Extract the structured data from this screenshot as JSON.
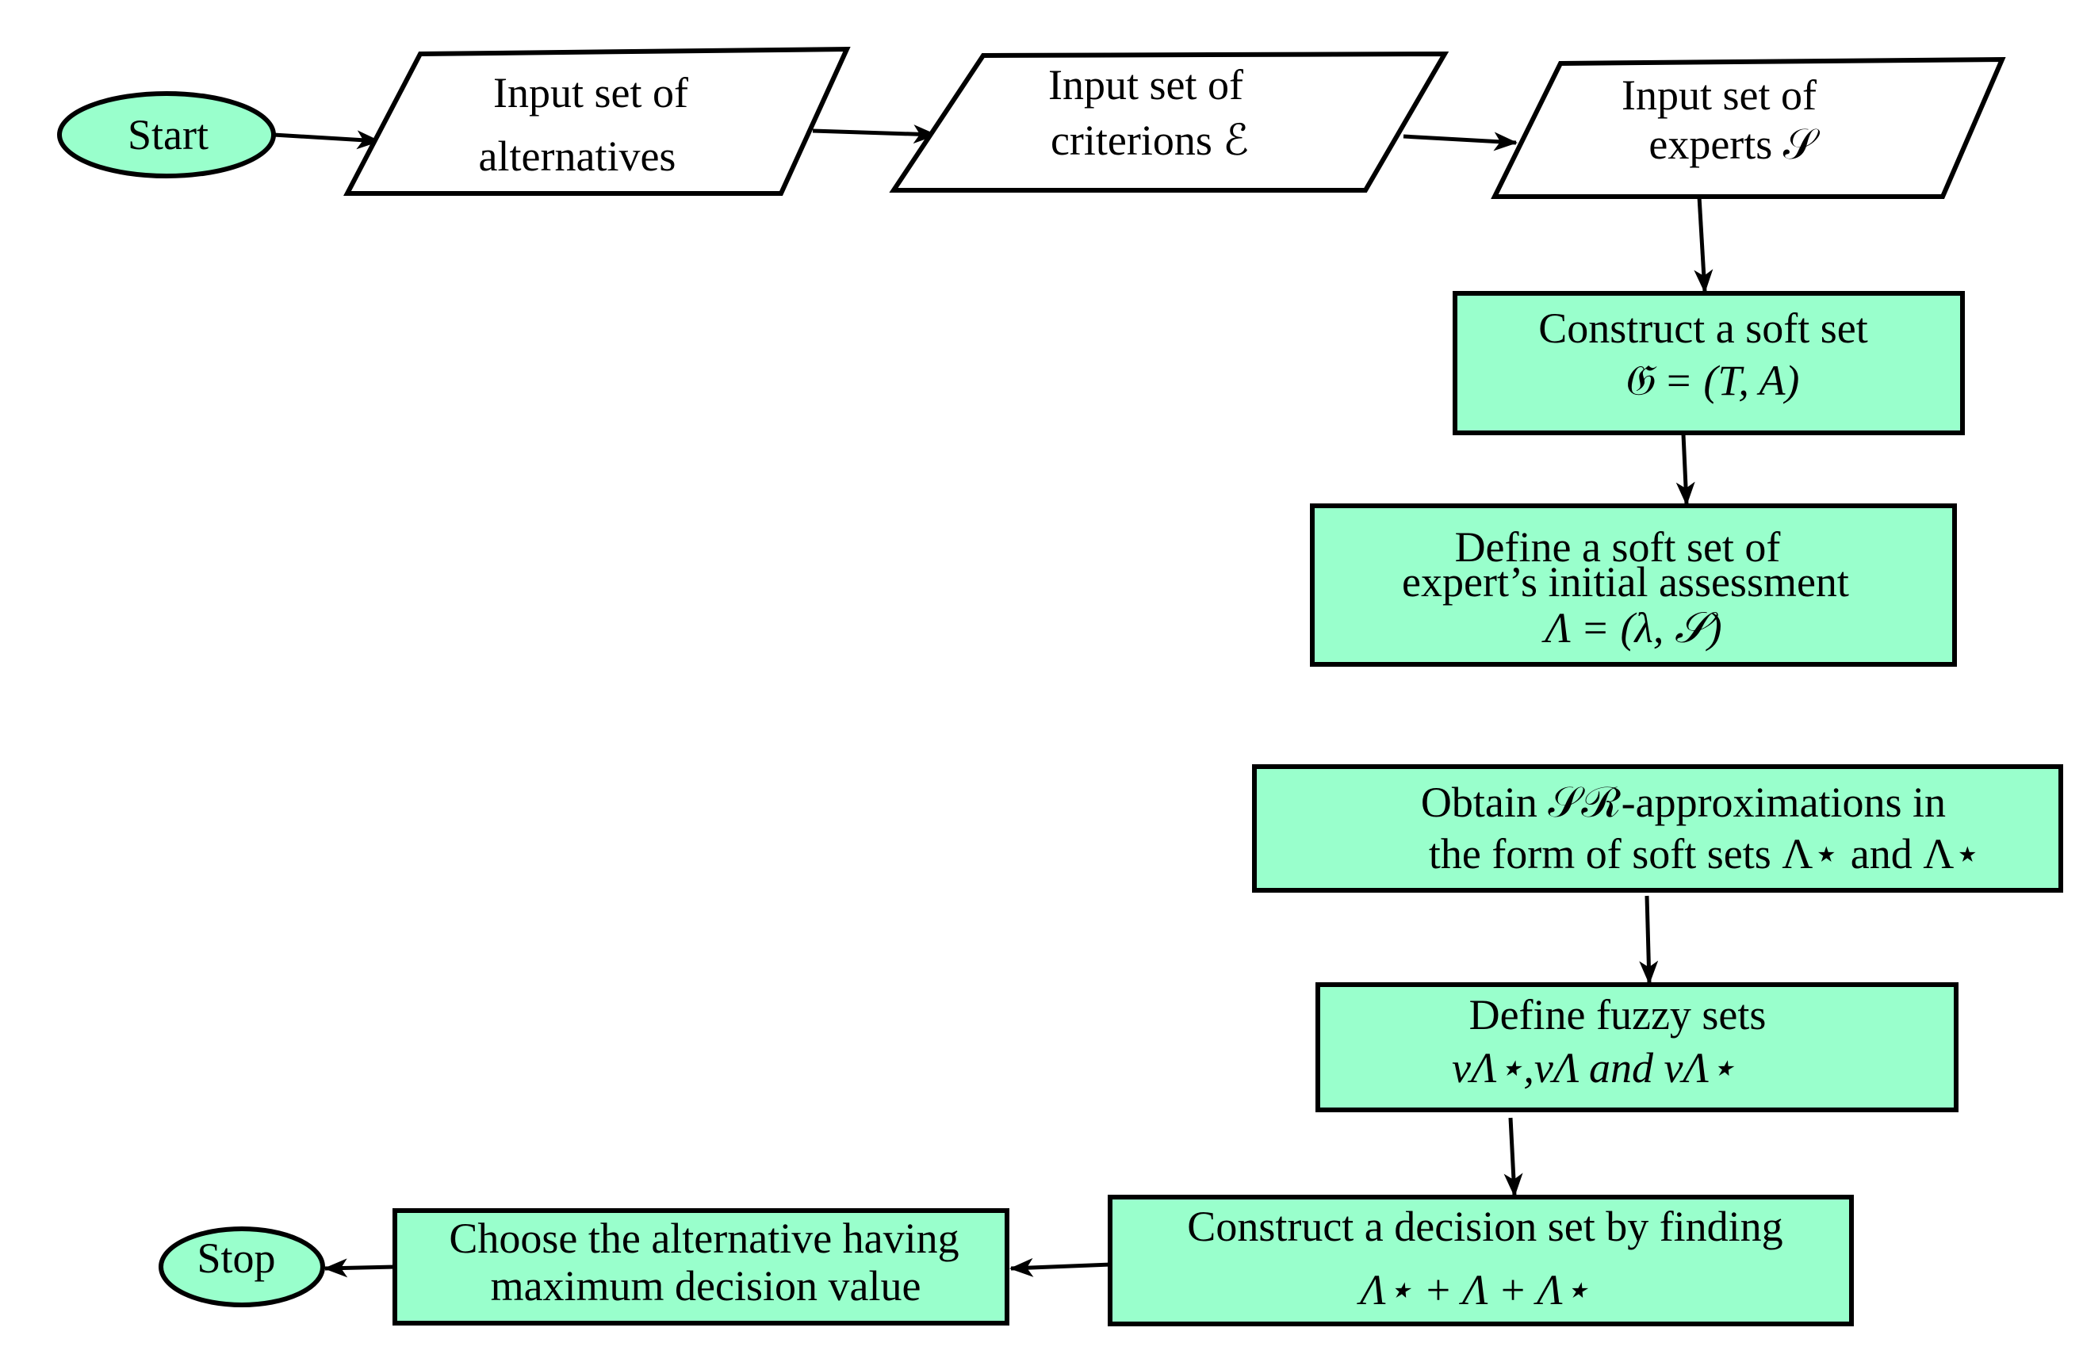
{
  "colors": {
    "fill": "#99ffcc",
    "stroke": "#000000",
    "io_fill": "#ffffff"
  },
  "nodes": {
    "start": {
      "label": "Start"
    },
    "alternatives": {
      "line1": "Input set of",
      "line2": "alternatives"
    },
    "criterions": {
      "line1": "Input set of",
      "line2": "criterions ℰ"
    },
    "experts": {
      "line1": "Input set of",
      "line2": "experts 𝒮"
    },
    "soft_set": {
      "line1": "Construct a soft set",
      "line2": "𝔊 = (T, A)"
    },
    "initial_assessment": {
      "line1": "Define a soft set of",
      "line2": "expert’s initial assessment",
      "line3": "Λ = (λ, 𝒮)"
    },
    "approximations": {
      "line1": "Obtain 𝒮ℛ-approximations in",
      "line2": "the form of soft sets Λ⋆ and Λ⋆"
    },
    "fuzzy_sets": {
      "line1": "Define fuzzy sets",
      "line2": "νΛ⋆,νΛ and νΛ⋆"
    },
    "decision_set": {
      "line1": "Construct a decision set by finding",
      "line2": "Λ⋆ + Λ + Λ⋆"
    },
    "choose": {
      "line1": "Choose the alternative having",
      "line2": "maximum decision value"
    },
    "stop": {
      "label": "Stop"
    }
  }
}
